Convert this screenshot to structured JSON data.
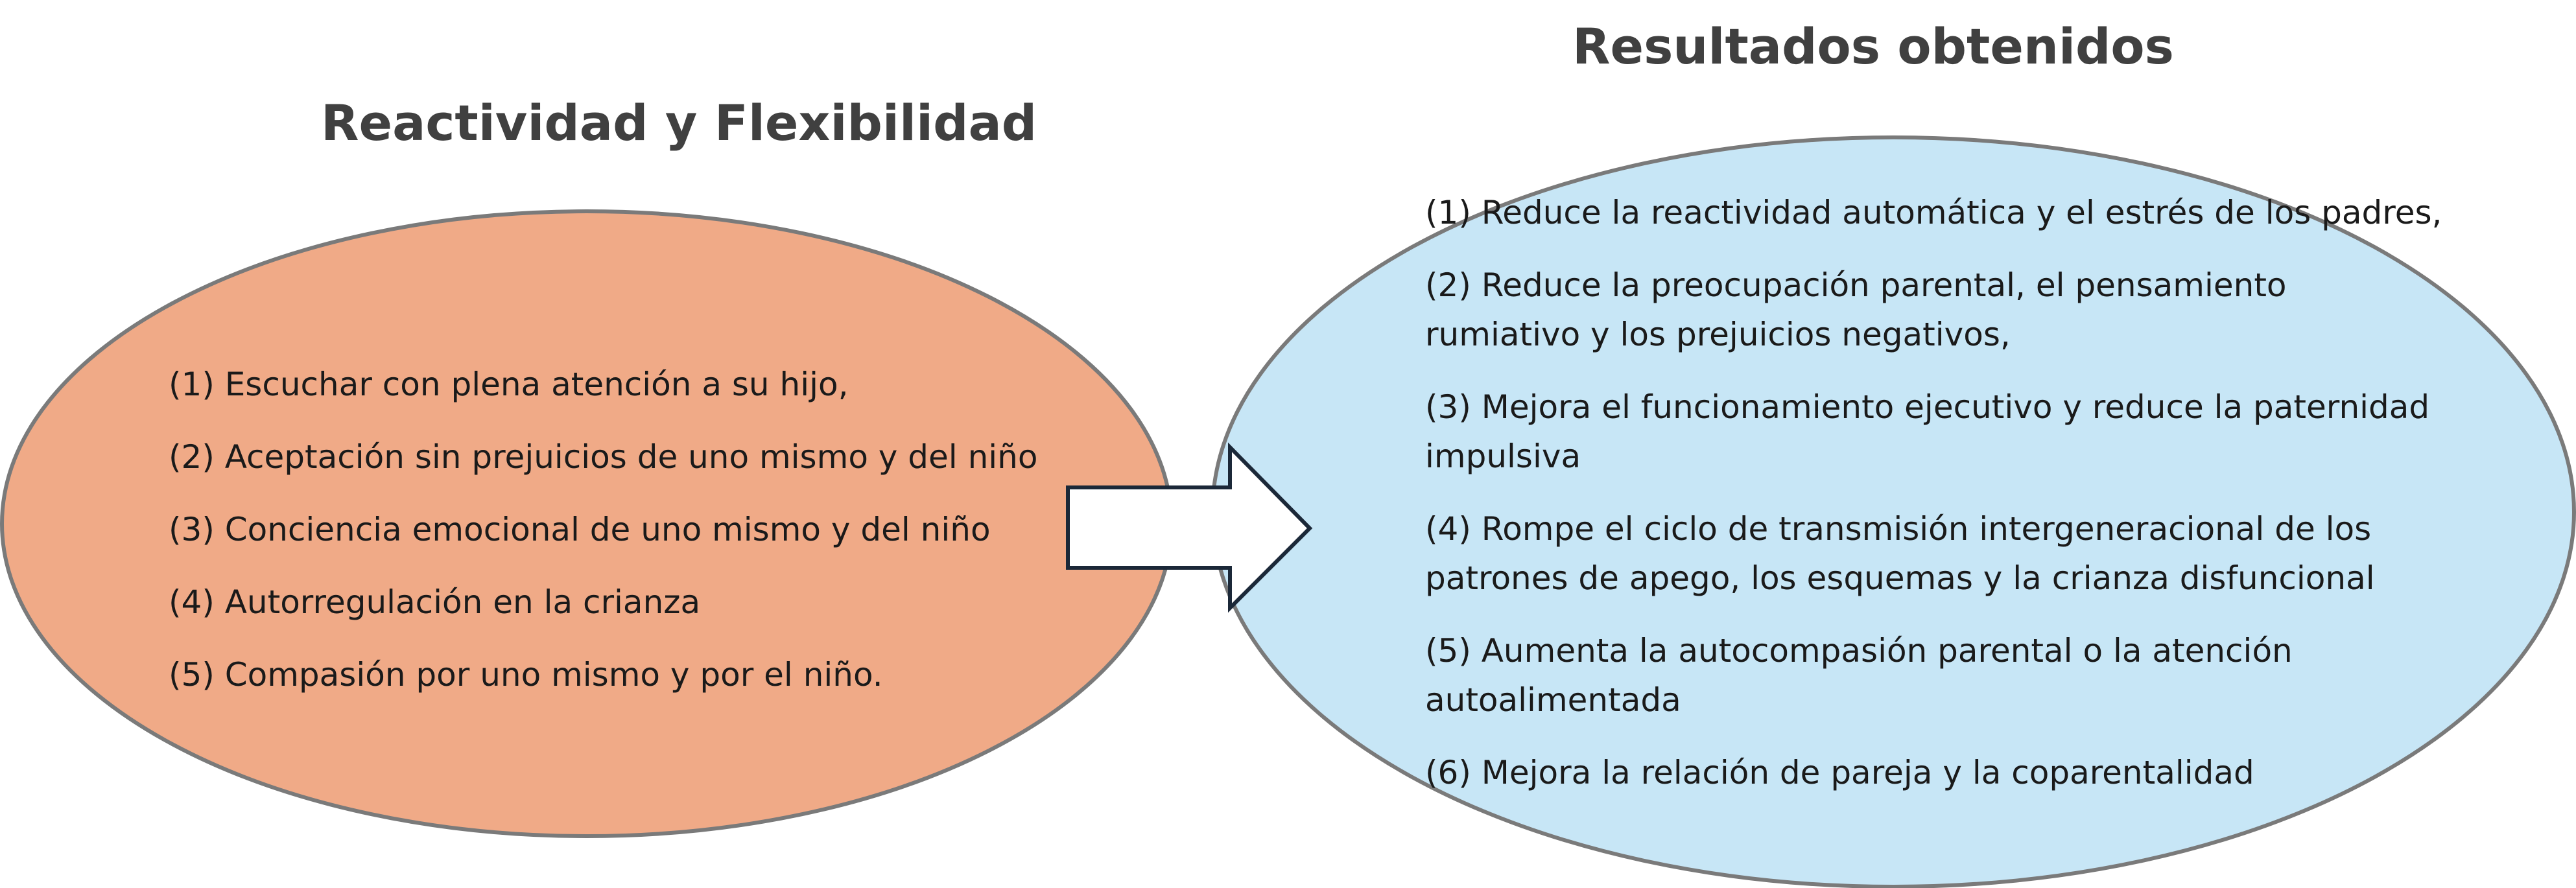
{
  "left_panel": {
    "title": "Reactividad y Flexibilidad",
    "fill_color": "#f0aa87",
    "items": [
      "(1) Escuchar con plena atención a su hijo,",
      "(2) Aceptación sin prejuicios de uno mismo y del niño",
      "(3) Conciencia emocional de uno mismo y del niño",
      "(4) Autorregulación en la crianza",
      "(5) Compasión por uno mismo y por el niño."
    ]
  },
  "right_panel": {
    "title": "Resultados obtenidos",
    "fill_color": "#c7e6f6",
    "items": [
      "(1) Reduce la reactividad automática y el estrés de los padres,",
      "(2) Reduce la preocupación parental, el pensamiento rumiativo y los prejuicios negativos,",
      "(3) Mejora el funcionamiento ejecutivo y reduce la paternidad impulsiva",
      "(4) Rompe el ciclo de transmisión intergeneracional de los patrones de apego, los esquemas y la crianza disfuncional",
      "(5) Aumenta la autocompasión parental o la atención autoalimentada",
      "(6) Mejora la relación de pareja y la coparentalidad"
    ]
  },
  "connector": {
    "icon": "right-arrow-icon",
    "fill_color": "#ffffff",
    "stroke_color": "#1b2838"
  },
  "ellipse_stroke_color": "#7a7a7a",
  "title_color": "#404040"
}
